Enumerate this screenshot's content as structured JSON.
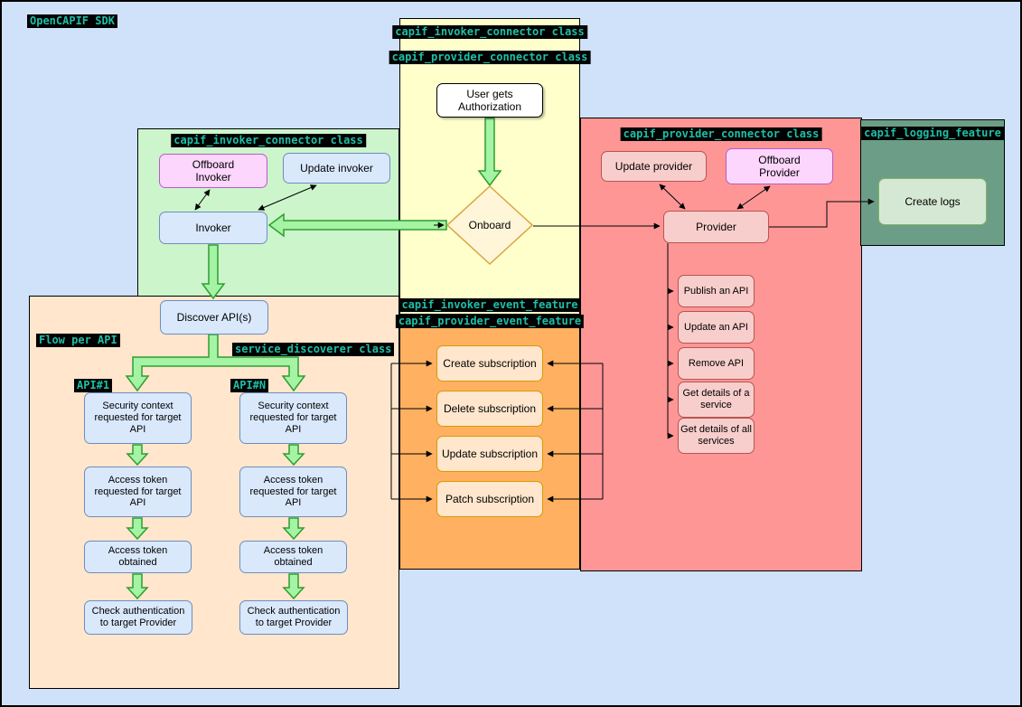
{
  "title": "OpenCAPIF SDK",
  "colors": {
    "bg": "#cfe2f9",
    "panel-yellow": "#ffffcc",
    "panel-green": "#ccf5cc",
    "panel-peach": "#ffe6cc",
    "panel-orange": "#ffb061",
    "panel-red": "#ff9696",
    "panel-teal": "#6c9e87",
    "tag-bg": "#000000",
    "tag-text": "#1fbfa7",
    "node-blue": "#dae8fc",
    "node-blue-border": "#6c8ebf",
    "node-pink": "#fcd6fc",
    "node-pink-border": "#b85bc8",
    "node-salmon": "#f8cecc",
    "node-salmon-border": "#b85450",
    "node-orange": "#ffe6cc",
    "node-orange-border": "#d79b00",
    "node-sage": "#d5e8d4",
    "diamond-fill": "#fff6d9",
    "diamond-border": "#d7a642",
    "green-arrow-fill": "#a5f3a5",
    "green-arrow-border": "#2e9e2e"
  },
  "panels": {
    "connector_top": {
      "label1": "capif_invoker_connector class",
      "label2": "capif_provider_connector class"
    },
    "invoker_connector": {
      "label": "capif_invoker_connector class"
    },
    "flow": {
      "label": "Flow per API",
      "service_label": "service_discoverer class",
      "api_first": "API#1",
      "api_n": "API#N"
    },
    "events": {
      "label1": "capif_invoker_event_feature",
      "label2": "capif_provider_event_feature"
    },
    "provider_connector": {
      "label": "capif_provider_connector class"
    },
    "logging": {
      "label": "capif_logging_feature"
    }
  },
  "nodes": {
    "user_auth": "User gets\nAuthorization",
    "onboard": "Onboard",
    "offboard_invoker": "Offboard\nInvoker",
    "update_invoker": "Update invoker",
    "invoker": "Invoker",
    "discover": "Discover API(s)",
    "security_context": "Security context\nrequested for target\nAPI",
    "access_token_requested": "Access token\nrequested for target\nAPI",
    "access_token_obtained": "Access token\nobtained",
    "check_authentication": "Check authentication\nto target Provider",
    "create_subscription": "Create subscription",
    "delete_subscription": "Delete subscription",
    "update_subscription": "Update subscription",
    "patch_subscription": "Patch subscription",
    "update_provider": "Update provider",
    "offboard_provider": "Offboard\nProvider",
    "provider": "Provider",
    "publish_api": "Publish an API",
    "update_api": "Update an API",
    "remove_api": "Remove API",
    "get_details_service": "Get details of a\nservice",
    "get_details_all": "Get details of all\nservices",
    "create_logs": "Create logs"
  }
}
